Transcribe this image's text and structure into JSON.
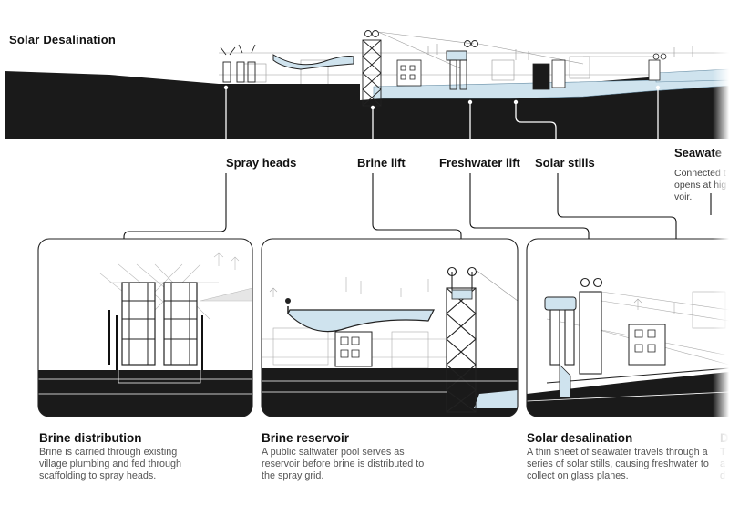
{
  "page": {
    "title": "Solar Desalination"
  },
  "callouts": [
    {
      "id": "spray-heads",
      "label": "Spray heads"
    },
    {
      "id": "brine-lift",
      "label": "Brine lift"
    },
    {
      "id": "freshwater-lift",
      "label": "Freshwater lift"
    },
    {
      "id": "solar-stills",
      "label": "Solar stills"
    },
    {
      "id": "seawater",
      "label": "Seawate",
      "desc": [
        "Connected t",
        "opens at hig",
        "voir."
      ]
    }
  ],
  "panels": [
    {
      "id": "brine-distribution",
      "title": "Brine distribution",
      "desc": "Brine is carried through existing village plumbing and fed through scaffolding to spray heads."
    },
    {
      "id": "brine-reservoir",
      "title": "Brine reservoir",
      "desc": "A public saltwater pool serves as reservoir before brine is distributed to the spray grid."
    },
    {
      "id": "solar-desalination",
      "title": "Solar desalination",
      "desc": "A thin sheet of seawater travels through a series of solar stills, causing freshwater to collect on glass planes."
    },
    {
      "id": "cut-off-panel",
      "title": "D",
      "desc": "T a d"
    }
  ],
  "colors": {
    "ground": "#1a1a1a",
    "water": "#cfe3ee",
    "water_stroke": "#6a8fa6",
    "line": "#222222",
    "thin": "#999999"
  }
}
